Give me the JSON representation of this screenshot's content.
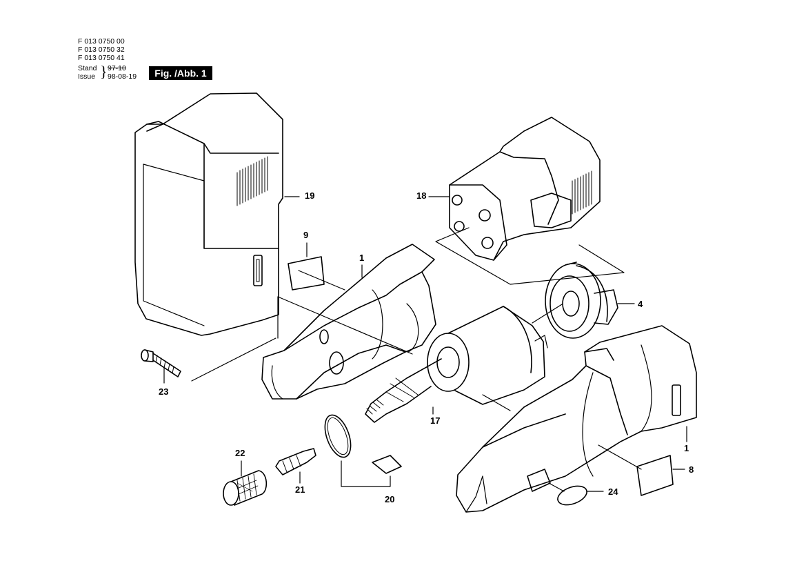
{
  "header": {
    "part_numbers": [
      "F 013 0750 00",
      "F 013 0750 32",
      "F 013 0750 41"
    ],
    "stand_label": "Stand",
    "stand_value": "97-10",
    "issue_label": "Issue",
    "issue_value": "98-08-19",
    "brace": "}",
    "figure_label": "Fig. /Abb. 1"
  },
  "callouts": {
    "c19": "19",
    "c18": "18",
    "c9": "9",
    "c1a": "1",
    "c4": "4",
    "c23": "23",
    "c17": "17",
    "c22": "22",
    "c21": "21",
    "c20": "20",
    "c24": "24",
    "c1b": "1",
    "c8": "8"
  }
}
